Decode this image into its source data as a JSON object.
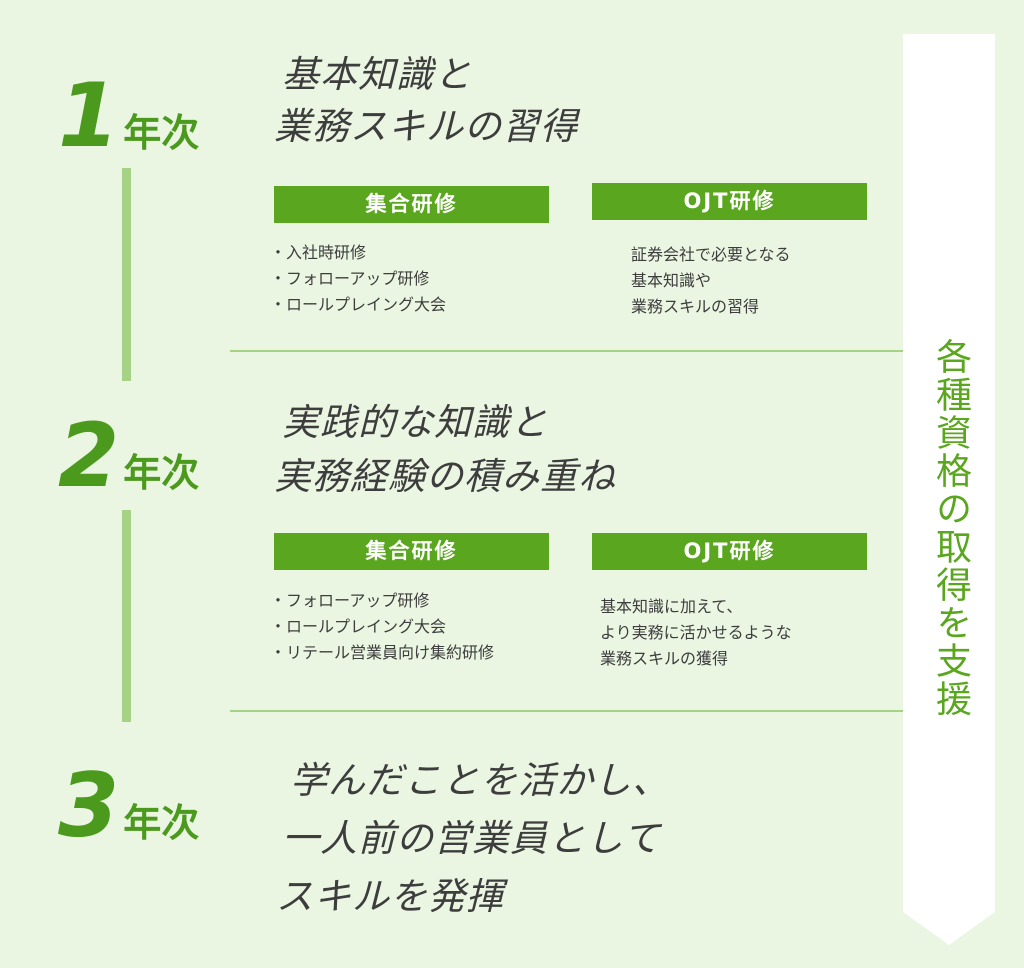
{
  "years": [
    {
      "number": "1",
      "suffix": "年次"
    },
    {
      "number": "2",
      "suffix": "年次"
    },
    {
      "number": "3",
      "suffix": "年次"
    }
  ],
  "sections": [
    {
      "headline": [
        "基本知識と",
        "業務スキルの習得"
      ],
      "group_label": "集合研修",
      "ojt_label": "OJT研修",
      "group_items": [
        "入社時研修",
        "フォローアップ研修",
        "ロールプレイング大会"
      ],
      "ojt_lines": [
        "証券会社で必要となる",
        "基本知識や",
        "業務スキルの習得"
      ]
    },
    {
      "headline": [
        "実践的な知識と",
        "実務経験の積み重ね"
      ],
      "group_label": "集合研修",
      "ojt_label": "OJT研修",
      "group_items": [
        "フォローアップ研修",
        "ロールプレイング大会",
        "リテール営業員向け集約研修"
      ],
      "ojt_lines": [
        "基本知識に加えて、",
        "より実務に活かせるような",
        "業務スキルの獲得"
      ]
    },
    {
      "headline": [
        "学んだことを活かし、",
        "一人前の営業員として",
        "スキルを発揮"
      ]
    }
  ],
  "arrow_text": "各種資格の取得を支援",
  "colors": {
    "background": "#eaf5e2",
    "accent": "#5aa61e",
    "year_text": "#4b9a1e",
    "line": "#a6d285",
    "arrow_fill": "#ffffff"
  }
}
